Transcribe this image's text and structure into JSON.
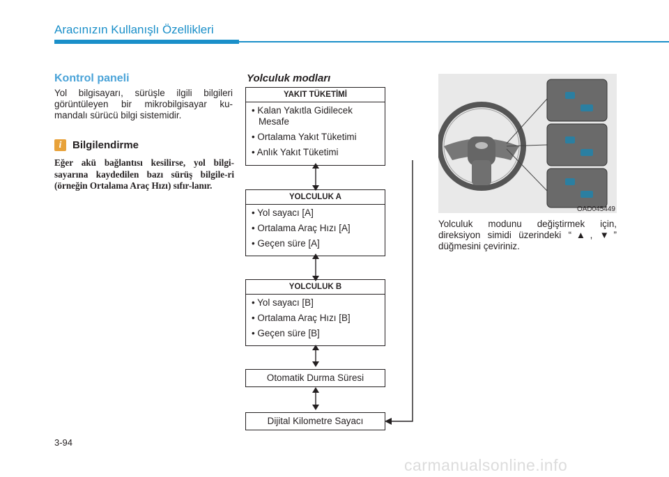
{
  "header": {
    "title": "Aracınızın Kullanışlı Özellikleri"
  },
  "left": {
    "heading": "Kontrol paneli",
    "body": "Yol bilgisayarı, sürüşle ilgili bilgileri görüntüleyen bir mikrobilgisayar ku-mandalı sürücü bilgi sistemidir.",
    "info": {
      "icon_glyph": "i",
      "title": "Bilgilendirme",
      "text": "Eğer akü bağlantısı kesilirse, yol bilgi-sayarına kaydedilen bazı sürüş bilgile-ri (örneğin Ortalama Araç Hızı) sıfır-lanır."
    }
  },
  "modes": {
    "heading": "Yolculuk modları",
    "fuel": {
      "title": "YAKIT TÜKETİMİ",
      "items": [
        "Kalan Yakıtla Gidilecek Mesafe",
        "Ortalama Yakıt Tüketimi",
        "Anlık Yakıt Tüketimi"
      ]
    },
    "trip_a": {
      "title": "YOLCULUK A",
      "items": [
        "Yol sayacı [A]",
        "Ortalama Araç Hızı [A]",
        "Geçen süre [A]"
      ]
    },
    "trip_b": {
      "title": "YOLCULUK B",
      "items": [
        "Yol sayacı [B]",
        "Ortalama Araç Hızı [B]",
        "Geçen süre [B]"
      ]
    },
    "auto_stop": "Otomatik Durma Süresi",
    "odometer": "Dijital Kilometre Sayacı"
  },
  "figure": {
    "code": "OAD045449",
    "caption": "Yolculuk modunu değiştirmek için, direksiyon simidi üzerindeki “▲, ▼” düğmesini çeviriniz."
  },
  "page_number": "3-94",
  "watermark": "carmanualsonline.info",
  "colors": {
    "accent": "#1a8fc9",
    "heading": "#4aa3d8",
    "info_icon": "#e8a23a"
  }
}
